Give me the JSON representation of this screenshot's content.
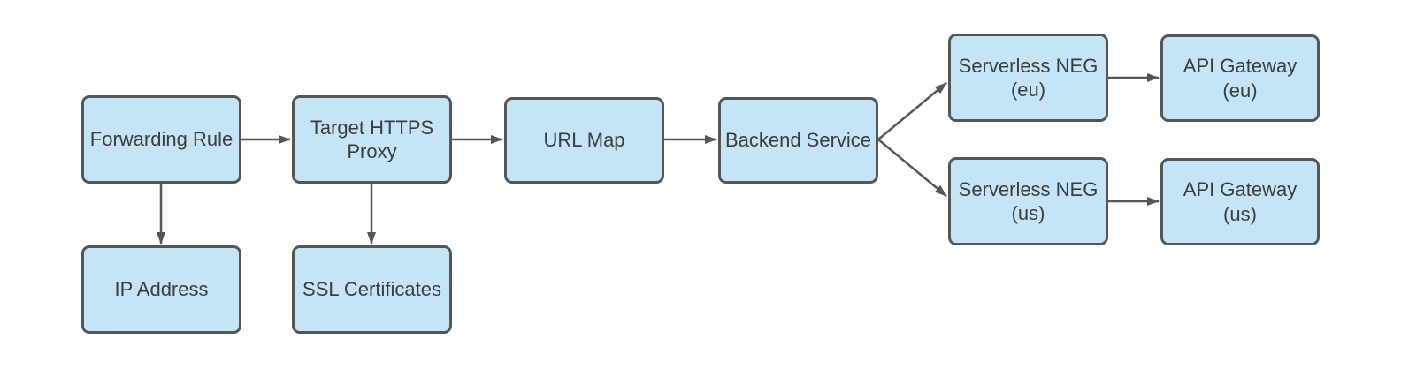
{
  "colors": {
    "node_fill": "#c5e4f6",
    "node_border": "#54575a",
    "arrow": "#54575a",
    "text": "#3b3e41",
    "background": "#ffffff"
  },
  "diagram": {
    "type": "flowchart",
    "nodes": {
      "forwarding_rule": {
        "label": "Forwarding Rule"
      },
      "target_https_proxy": {
        "label": [
          "Target HTTPS",
          "Proxy"
        ]
      },
      "url_map": {
        "label": "URL Map"
      },
      "backend_service": {
        "label": "Backend Service"
      },
      "serverless_neg_eu": {
        "label": [
          "Serverless NEG",
          "(eu)"
        ]
      },
      "api_gateway_eu": {
        "label": [
          "API Gateway",
          "(eu)"
        ]
      },
      "serverless_neg_us": {
        "label": [
          "Serverless NEG",
          "(us)"
        ]
      },
      "api_gateway_us": {
        "label": [
          "API Gateway",
          "(us)"
        ]
      },
      "ip_address": {
        "label": "IP Address"
      },
      "ssl_certificates": {
        "label": "SSL Certificates"
      }
    },
    "edges": [
      {
        "from": "Forwarding Rule",
        "to": "Target HTTPS Proxy"
      },
      {
        "from": "Target HTTPS Proxy",
        "to": "URL Map"
      },
      {
        "from": "URL Map",
        "to": "Backend Service"
      },
      {
        "from": "Backend Service",
        "to": "Serverless NEG (eu)"
      },
      {
        "from": "Backend Service",
        "to": "Serverless NEG (us)"
      },
      {
        "from": "Serverless NEG (eu)",
        "to": "API Gateway (eu)"
      },
      {
        "from": "Serverless NEG (us)",
        "to": "API Gateway (us)"
      },
      {
        "from": "Forwarding Rule",
        "to": "IP Address"
      },
      {
        "from": "Target HTTPS Proxy",
        "to": "SSL Certificates"
      }
    ]
  }
}
